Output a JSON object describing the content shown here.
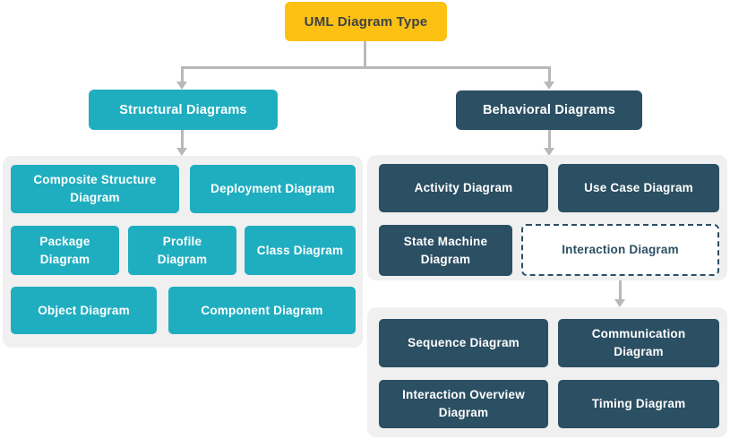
{
  "root": {
    "label": "UML Diagram Type"
  },
  "structural": {
    "label": "Structural Diagrams",
    "items": [
      {
        "label": "Composite Structure Diagram"
      },
      {
        "label": "Deployment Diagram"
      },
      {
        "label": "Package Diagram"
      },
      {
        "label": "Profile Diagram"
      },
      {
        "label": "Class Diagram"
      },
      {
        "label": "Object Diagram"
      },
      {
        "label": "Component Diagram"
      }
    ]
  },
  "behavioral": {
    "label": "Behavioral Diagrams",
    "items": [
      {
        "label": "Activity Diagram"
      },
      {
        "label": "Use Case Diagram"
      },
      {
        "label": "State Machine Diagram"
      },
      {
        "label": "Interaction Diagram"
      }
    ]
  },
  "interaction_children": {
    "items": [
      {
        "label": "Sequence Diagram"
      },
      {
        "label": "Communication Diagram"
      },
      {
        "label": "Interaction Overview Diagram"
      },
      {
        "label": "Timing Diagram"
      }
    ]
  },
  "colors": {
    "root_fill": "#FCC113",
    "root_text": "#3F4347",
    "structural_fill": "#1FAEC0",
    "behavioral_fill": "#2B4F63",
    "group_background": "#F0F0F0",
    "connector": "#B9B9B9",
    "leaf_text": "#FFFFFF",
    "interaction_dashed_border": "#2B4F63"
  }
}
